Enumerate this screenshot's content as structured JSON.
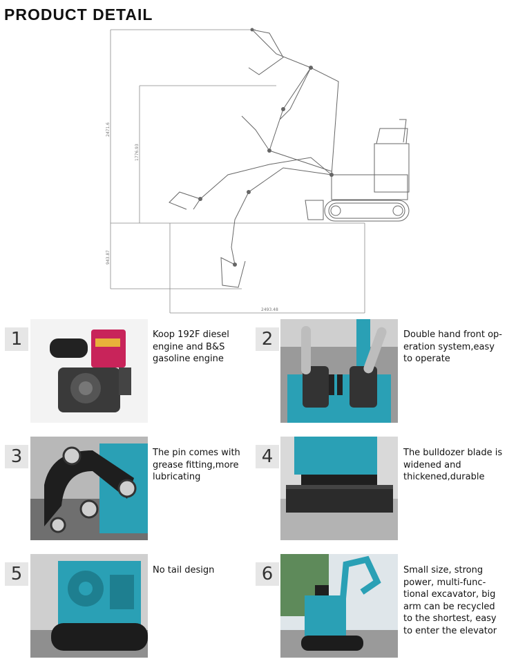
{
  "page": {
    "title": "PRODUCT DETAIL"
  },
  "diagram": {
    "dim_total_height": "2471.6",
    "dim_mid_height": "1776.93",
    "dim_depth": "943.87",
    "dim_width": "2493.48"
  },
  "features": [
    {
      "number": "1",
      "text": "Koop 192F diesel\nengine and B&S\ngasoline engine"
    },
    {
      "number": "2",
      "text": "Double hand front op-\neration system,easy\nto operate"
    },
    {
      "number": "3",
      "text": "The pin comes with\ngrease fitting,more\nlubricating"
    },
    {
      "number": "4",
      "text": "The bulldozer blade is\nwidened and\nthickened,durable"
    },
    {
      "number": "5",
      "text": "No tail design"
    },
    {
      "number": "6",
      "text": "Small size, strong\npower, multi-func-\ntional excavator, big\narm can be recycled\nto the shortest, easy\nto enter the elevator"
    }
  ],
  "colors": {
    "machine": "#2aa0b5",
    "engine": "#c8245a",
    "number_box": "#e6e6e6"
  }
}
